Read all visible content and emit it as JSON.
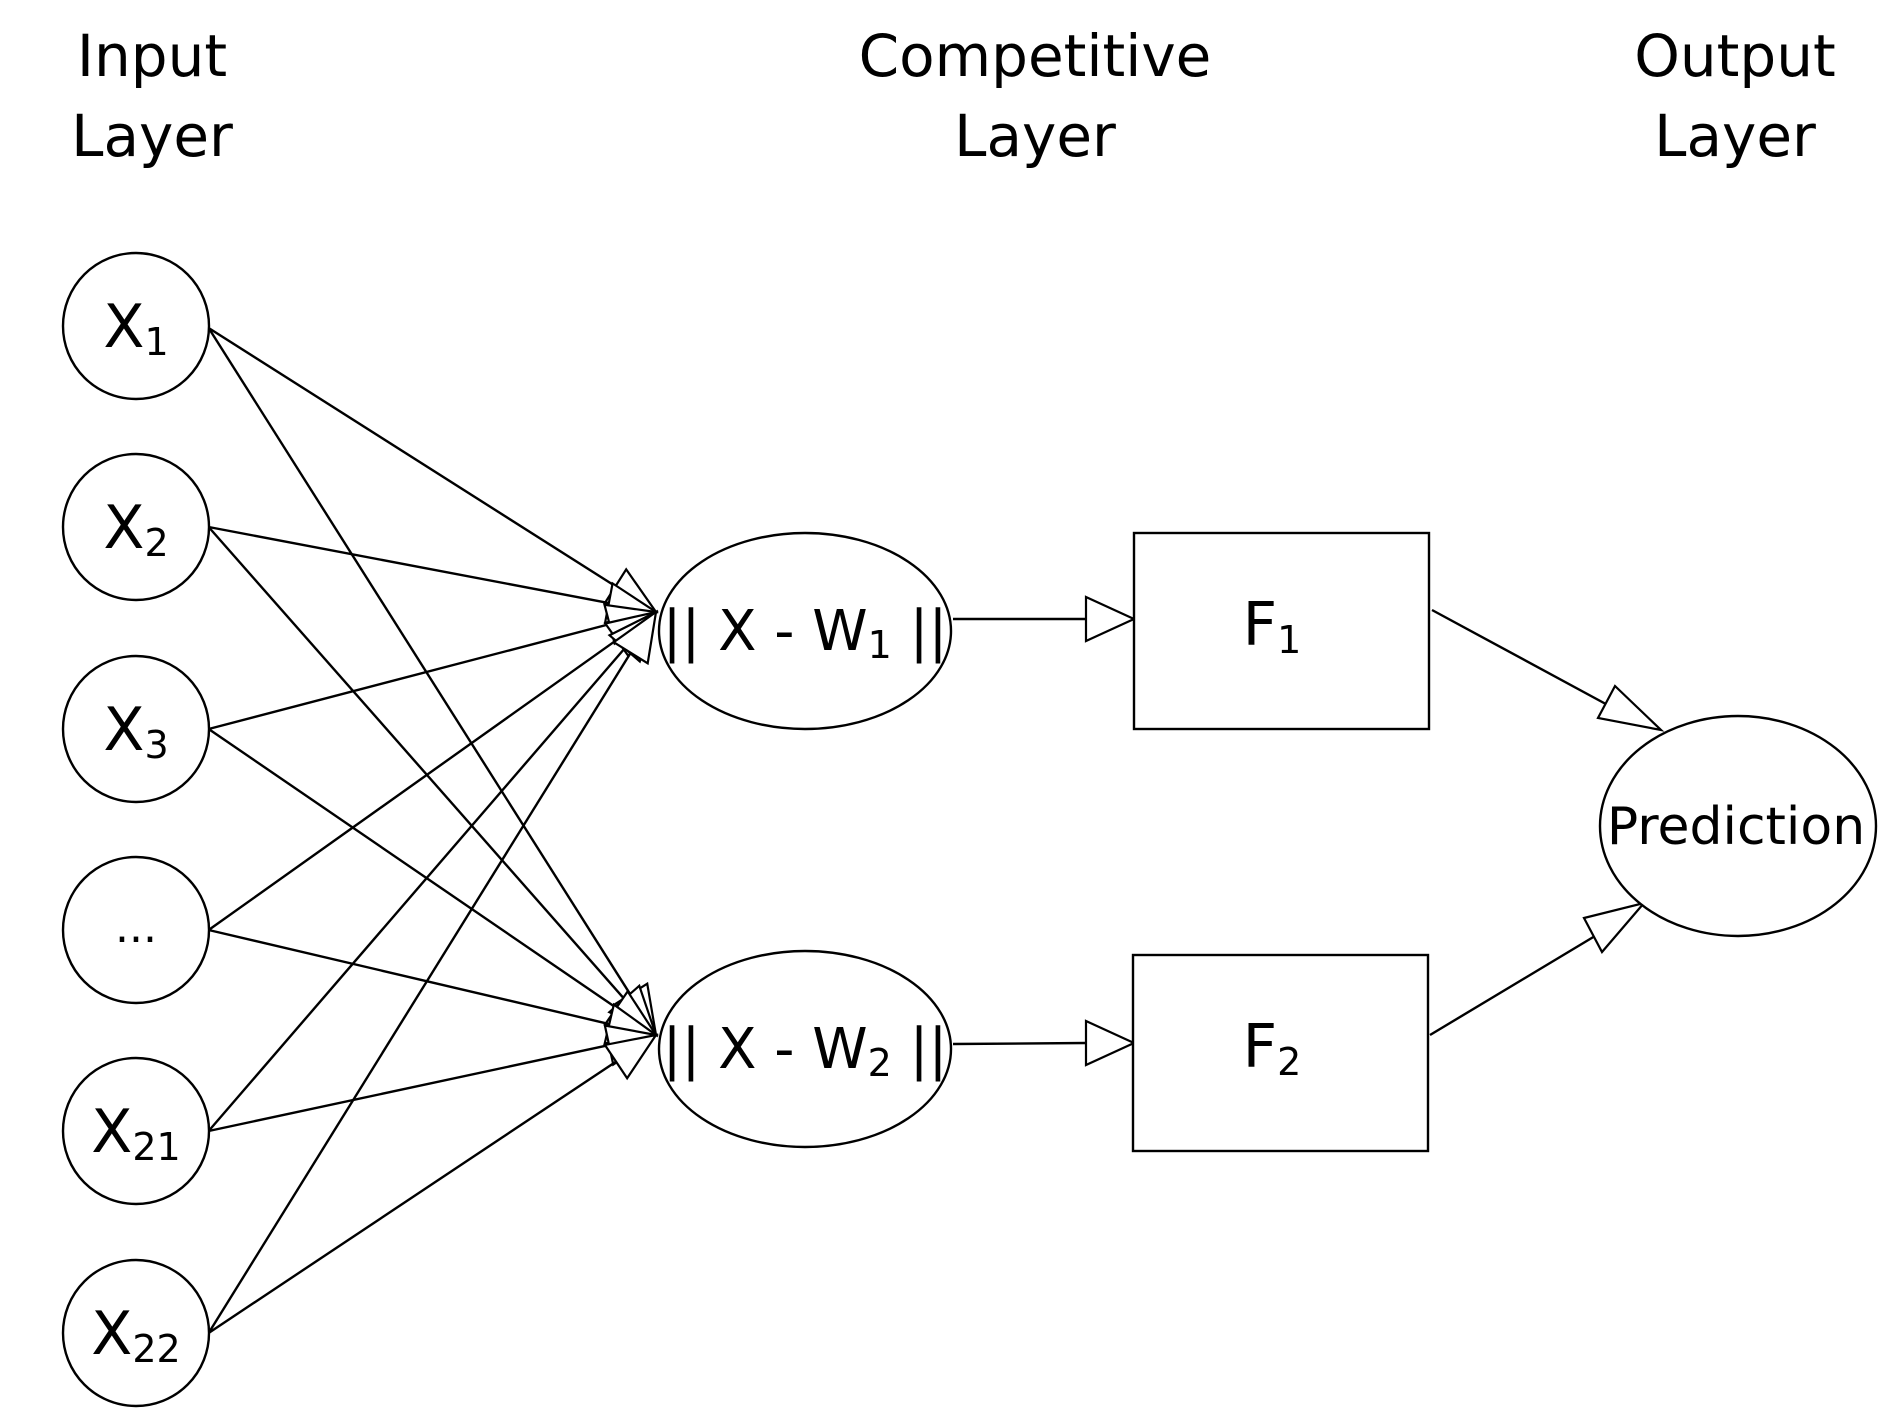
{
  "layers": {
    "input": {
      "line1": "Input",
      "line2": "Layer"
    },
    "competitive": {
      "line1": "Competitive",
      "line2": "Layer"
    },
    "output": {
      "line1": "Output",
      "line2": "Layer"
    }
  },
  "inputs": [
    {
      "base": "X",
      "sub": "1"
    },
    {
      "base": "X",
      "sub": "2"
    },
    {
      "base": "X",
      "sub": "3"
    },
    {
      "base": "...",
      "sub": ""
    },
    {
      "base": "X",
      "sub": "21"
    },
    {
      "base": "X",
      "sub": "22"
    }
  ],
  "competitive_nodes": [
    {
      "prefix": "|| X - W",
      "sub": "1",
      "suffix": " ||"
    },
    {
      "prefix": "|| X - W",
      "sub": "2",
      "suffix": " ||"
    }
  ],
  "functions": [
    {
      "base": "F",
      "sub": "1"
    },
    {
      "base": "F",
      "sub": "2"
    }
  ],
  "output": {
    "label": "Prediction"
  }
}
